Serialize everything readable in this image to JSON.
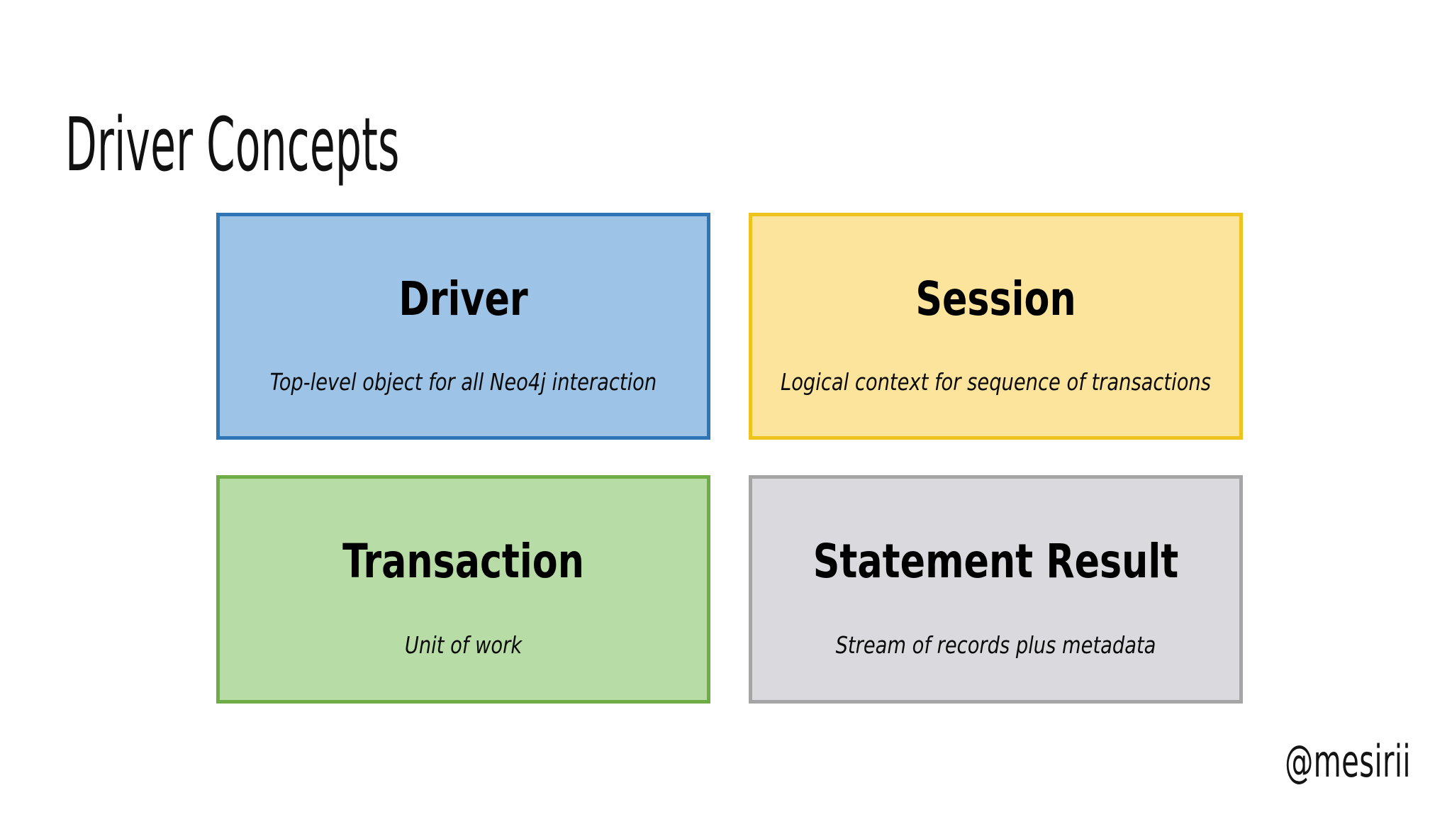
{
  "slide": {
    "title": "Driver Concepts",
    "background_color": "#FFFFFF",
    "handle": "@mesirii"
  },
  "cards": [
    {
      "id": "driver",
      "title": "Driver",
      "subtitle": "Top-level object for all Neo4j interaction",
      "fill_color": "#9DC3E6",
      "border_color": "#2E75B6"
    },
    {
      "id": "session",
      "title": "Session",
      "subtitle": "Logical context for sequence of transactions",
      "fill_color": "#FCE49C",
      "border_color": "#EFC31E"
    },
    {
      "id": "transaction",
      "title": "Transaction",
      "subtitle": "Unit of work",
      "fill_color": "#B8DCA5",
      "border_color": "#6EAD46"
    },
    {
      "id": "statement-result",
      "title": "Statement Result",
      "subtitle": "Stream of records plus metadata",
      "fill_color": "#D9D9DE",
      "border_color": "#A5A5A5"
    }
  ]
}
